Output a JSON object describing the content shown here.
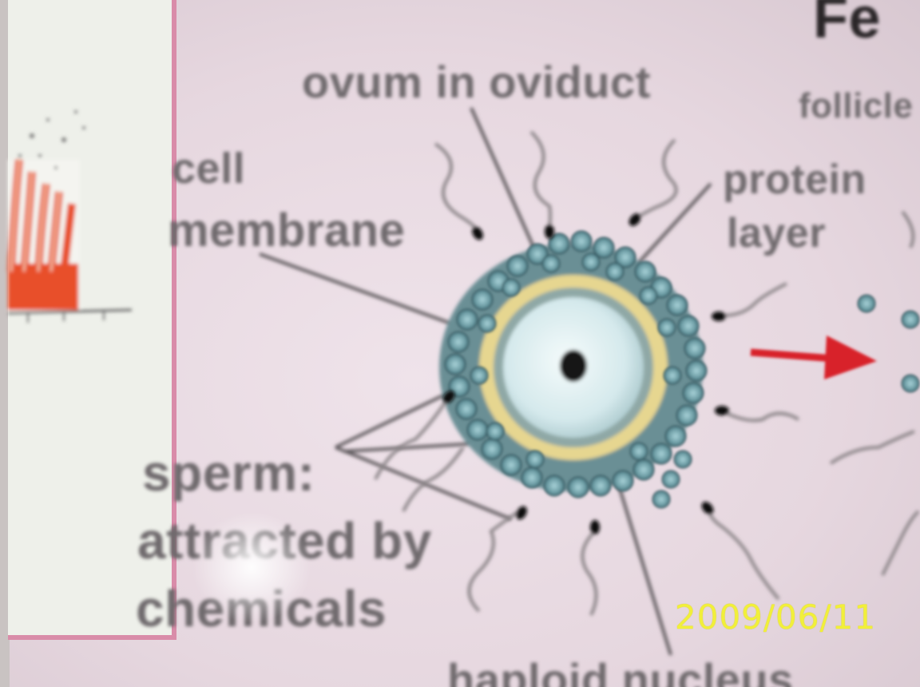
{
  "labels": {
    "title_partial": "Fe",
    "ovum_in_oviduct": "ovum in oviduct",
    "follicle_partial": "follicle",
    "cell": "cell",
    "membrane": "membrane",
    "protein": "protein",
    "layer": "layer",
    "sperm": "sperm:",
    "attracted_by": "attracted by",
    "chemicals": "chemicals",
    "haploid_nucleus": "haploid nucleus"
  },
  "timestamp": "2009/06/11",
  "colors": {
    "background": "#e9dce2",
    "label_text": "#6f6a6d",
    "arrow": "#d8202a",
    "panel_border": "#d98ca9",
    "timestamp": "#f1ef3a",
    "follicle_cells": "#5f8f98",
    "protein_layer": "#e8d98a",
    "ovum": "#dcecee"
  },
  "icons": [
    "sperm-icon",
    "red-arrow-icon"
  ]
}
